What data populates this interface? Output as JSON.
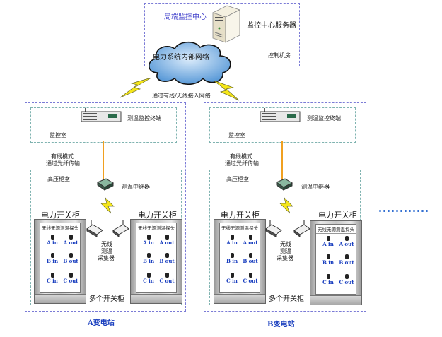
{
  "control_center": {
    "title": "局端监控中心",
    "server_label": "监控中心服务器",
    "room_label": "控制机房",
    "network_label": "电力系统内部网络",
    "access_label": "通过有线/无线接入网络"
  },
  "stations": [
    {
      "name": "A变电站",
      "monitor_room": "监控室",
      "terminal_label": "测温监控终端",
      "transmission": [
        "有线模式",
        "通过光纤传输"
      ],
      "hv_room": "高压柜室",
      "relay_label": "测温中继器",
      "collector_label": [
        "无线",
        "测温",
        "采集器"
      ],
      "multi_cabinet_label": "多个开关柜",
      "cabinets": [
        {
          "title": "电力开关柜",
          "probe_header": "无线无源测温探头",
          "sensors": [
            "A in",
            "A out",
            "B in",
            "B out",
            "C in",
            "C out"
          ]
        },
        {
          "title": "电力开关柜",
          "probe_header": "无线无源测温探头",
          "sensors": [
            "A in",
            "A out",
            "B in",
            "B out",
            "C in",
            "C out"
          ]
        }
      ]
    },
    {
      "name": "B变电站",
      "monitor_room": "监控室",
      "terminal_label": "测温监控终端",
      "transmission": [
        "有线模式",
        "通过光纤传输"
      ],
      "hv_room": "高压柜室",
      "relay_label": "测温中继器",
      "collector_label": [
        "无线",
        "测温",
        "采集器"
      ],
      "multi_cabinet_label": "多个开关柜",
      "cabinets": [
        {
          "title": "电力开关柜",
          "probe_header": "无线无源测温探头",
          "sensors": [
            "A in",
            "A out",
            "B in",
            "B out",
            "C in",
            "C out"
          ]
        },
        {
          "title": "电力开关柜",
          "probe_header": "无线无源测温探头",
          "sensors": [
            "A in",
            "A out",
            "B in",
            "B out",
            "C in",
            "C out"
          ]
        }
      ]
    }
  ],
  "more_indicator": "............",
  "colors": {
    "outer_border": "#7b7bd6",
    "inner_border": "#7fb3b0",
    "fiber": "#f0a020",
    "lightning": "#f5e61a",
    "label_blue": "#1a3fbf"
  }
}
